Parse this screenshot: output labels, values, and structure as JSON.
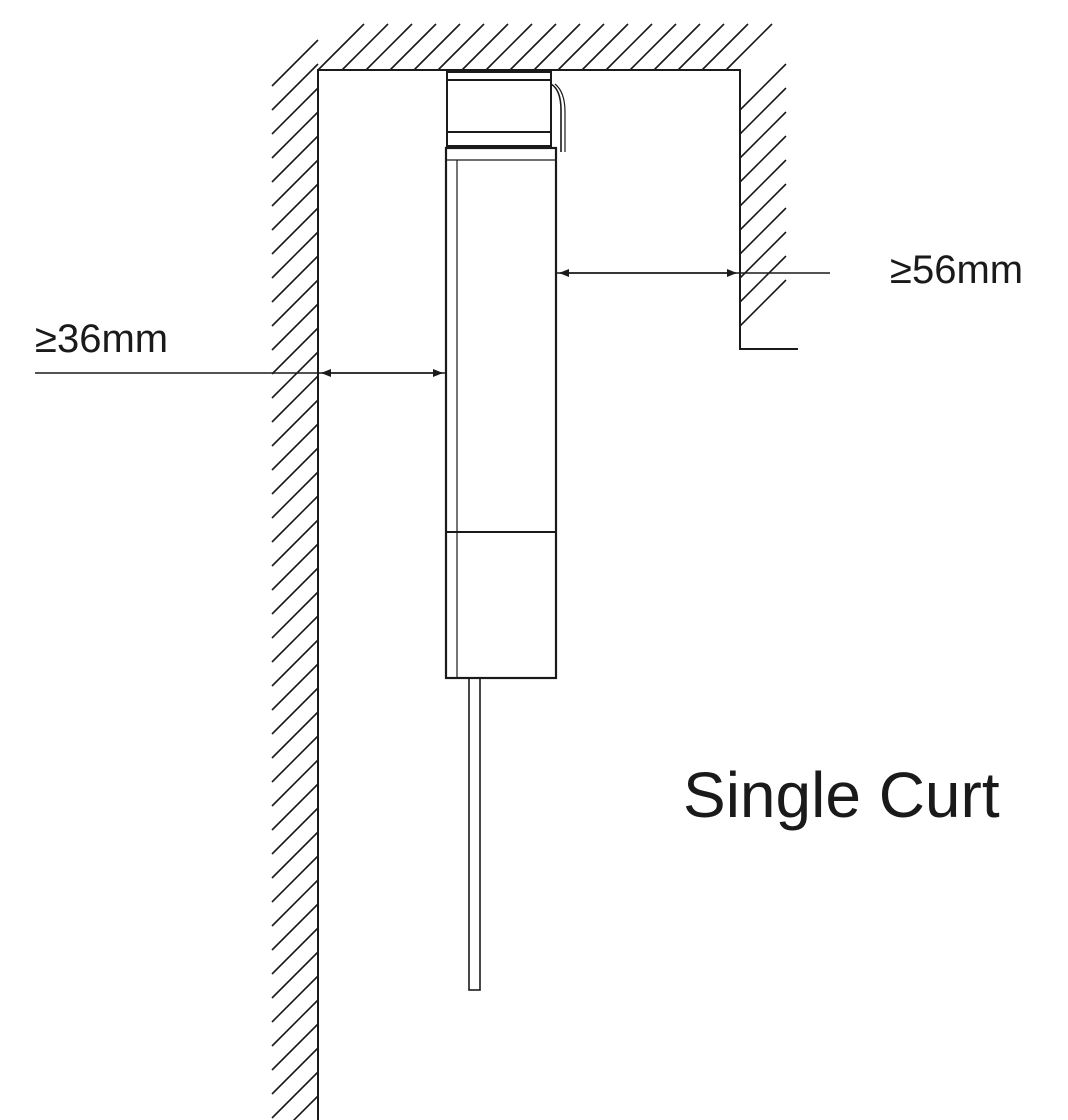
{
  "diagram": {
    "right_clearance_label": "≥56mm",
    "left_clearance_label": "≥36mm",
    "caption": "Single Curt"
  },
  "colors": {
    "line": "#1a1a1a",
    "background": "#ffffff"
  }
}
